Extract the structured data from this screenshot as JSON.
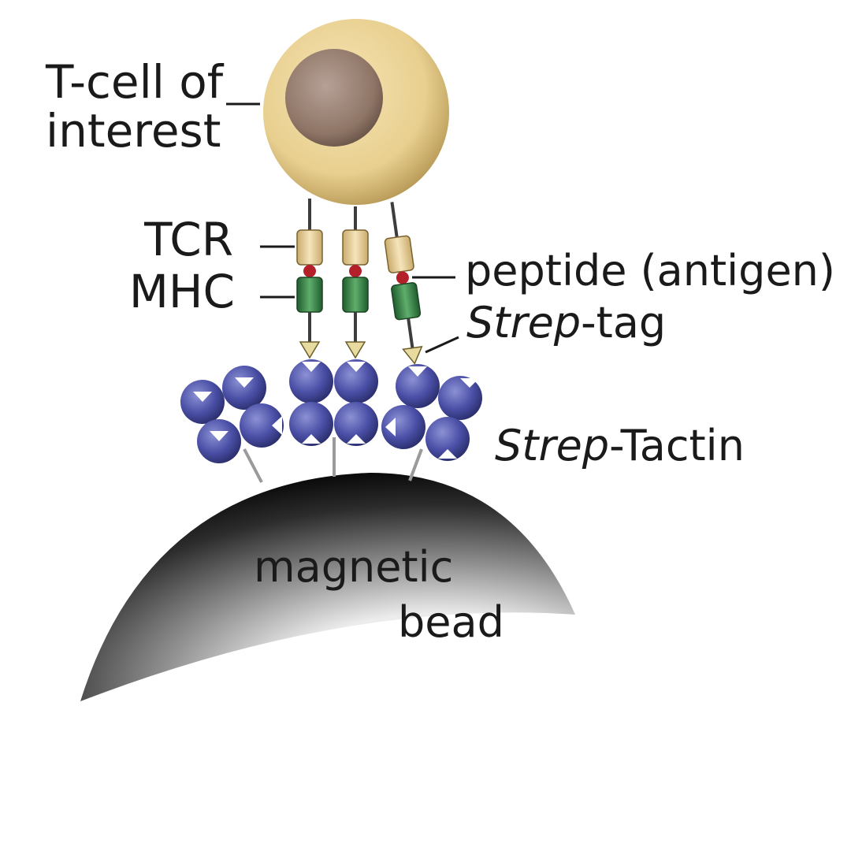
{
  "labels": {
    "tcell_line1": "T-cell of",
    "tcell_line2": "interest",
    "tcr": "TCR",
    "mhc": "MHC",
    "peptide": "peptide (antigen)",
    "strep_tag_italic": "Strep",
    "strep_tag_rest": "-tag",
    "strep_tactin_italic": "Strep",
    "strep_tactin_rest": "-Tactin",
    "bead_line1": "magnetic",
    "bead_line2": "bead"
  },
  "colors": {
    "tcell_body": "#e8cf8f",
    "tcell_nucleus": "#8e7566",
    "tcr_segment": "#f0d9a6",
    "peptide": "#b3202a",
    "mhc_segment": "#3f8a4f",
    "strep_tag": "#e8dba0",
    "strep_tactin": "#3c3f8f",
    "bead_dark": "#141414",
    "bead_light": "#ffffff"
  }
}
